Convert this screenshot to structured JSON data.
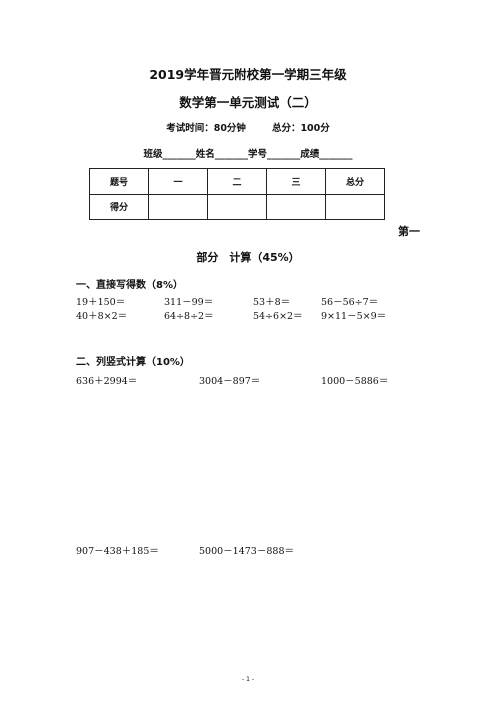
{
  "header": {
    "title_line1": "2019学年晋元附校第一学期三年级",
    "title_line2": "数学第一单元测试（二）",
    "exam_time": "考试时间：80分钟",
    "total_score": "总分：100分",
    "student_info": "班级_______姓名_______学号_______成绩_______"
  },
  "score_table": {
    "headers": [
      "题号",
      "一",
      "二",
      "三",
      "总分"
    ],
    "row_label": "得分"
  },
  "part1": {
    "title_tail": "第一",
    "title_head": "部分　计算（45%）"
  },
  "section1": {
    "title": "一、直接写得数（8%）",
    "problems": [
      [
        "19＋150＝",
        "311－99＝",
        "53＋8＝",
        "56－56÷7＝"
      ],
      [
        "40＋8×2＝",
        "64÷8÷2＝",
        "54÷6×2＝",
        "9×11－5×9＝"
      ]
    ]
  },
  "section2": {
    "title": "二、列竖式计算（10%）",
    "row1": [
      "636＋2994＝",
      "3004－897＝",
      "1000－5886＝"
    ],
    "row2": [
      "907－438＋185＝",
      "5000－1473－888＝"
    ]
  },
  "footer": {
    "page_number": "- 1 -"
  }
}
